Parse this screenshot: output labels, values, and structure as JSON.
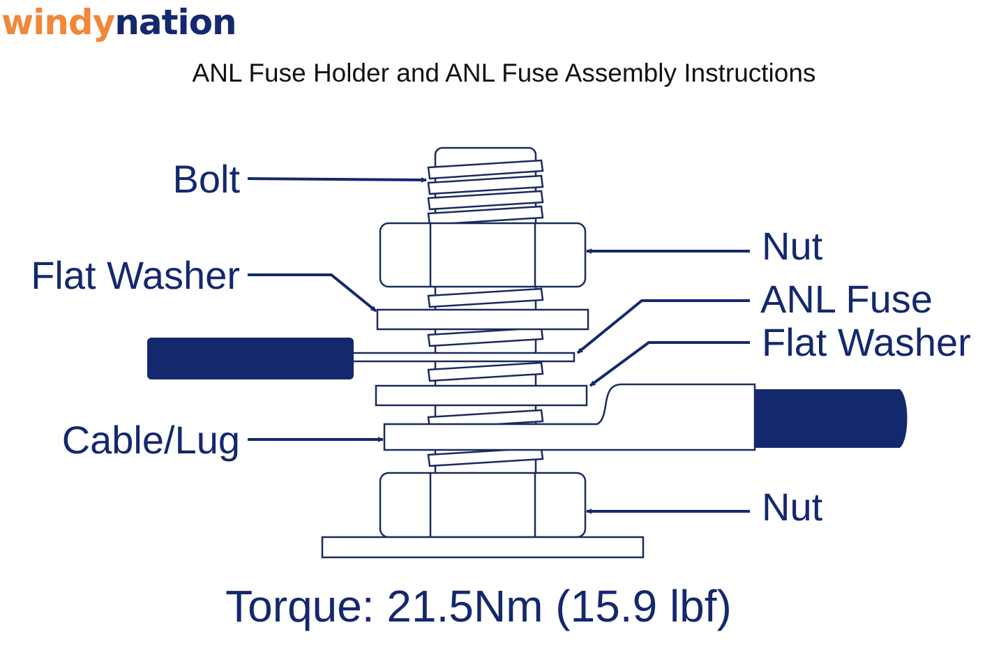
{
  "brand": {
    "part1": "windy",
    "part2": "nation"
  },
  "title": "ANL Fuse Holder and ANL Fuse Assembly Instructions",
  "labels": {
    "bolt": "Bolt",
    "nut_top": "Nut",
    "flat_washer_left": "Flat Washer",
    "anl_fuse": "ANL Fuse",
    "flat_washer_right": "Flat Washer",
    "cable_lug": "Cable/Lug",
    "nut_bottom": "Nut"
  },
  "torque": "Torque: 21.5Nm (15.9 lbf)",
  "colors": {
    "navy": "#14286e",
    "orange": "#f0883a",
    "outline": "#1a2a5e"
  }
}
